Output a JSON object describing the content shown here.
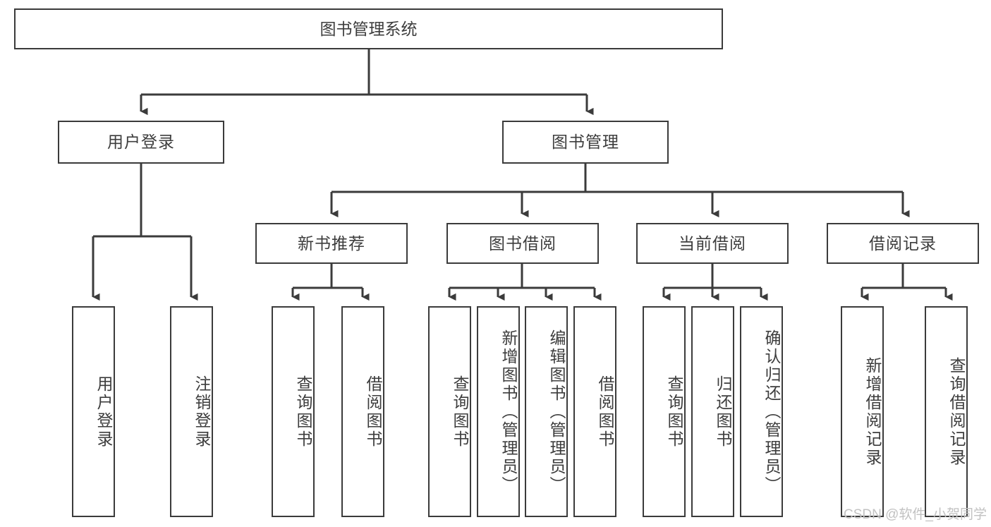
{
  "diagram": {
    "title": "图书管理系统",
    "type": "tree-hierarchy-chart",
    "watermark": "CSDN @软件_小贺同学",
    "colors": {
      "stroke": "#3b3b3b",
      "text": "#3d3d3d",
      "background": "#ffffff",
      "watermark": "#c2c2c2"
    },
    "root": {
      "label": "图书管理系统"
    },
    "level2": [
      {
        "label": "用户登录"
      },
      {
        "label": "图书管理"
      }
    ],
    "level3": [
      {
        "label": "新书推荐"
      },
      {
        "label": "图书借阅"
      },
      {
        "label": "当前借阅"
      },
      {
        "label": "借阅记录"
      }
    ],
    "leaves": {
      "user_login": [
        {
          "label": "用户登录"
        },
        {
          "label": "注销登录"
        }
      ],
      "new_book_recommend": [
        {
          "label": "查询图书"
        },
        {
          "label": "借阅图书"
        }
      ],
      "book_borrow": [
        {
          "label": "查询图书"
        },
        {
          "label": "新增图书（管理员）"
        },
        {
          "label": "编辑图书（管理员）"
        },
        {
          "label": "借阅图书"
        }
      ],
      "current_borrow": [
        {
          "label": "查询图书"
        },
        {
          "label": "归还图书"
        },
        {
          "label": "确认归还（管理员）"
        }
      ],
      "borrow_record": [
        {
          "label": "新增借阅记录"
        },
        {
          "label": "查询借阅记录"
        }
      ]
    }
  }
}
